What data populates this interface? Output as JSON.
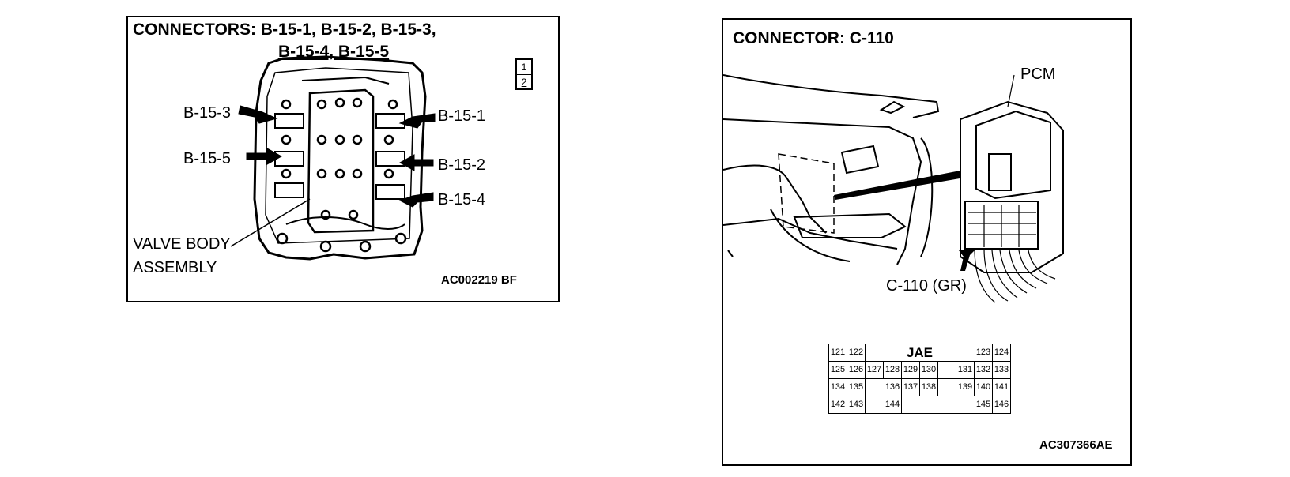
{
  "left": {
    "title_line1": "CONNECTORS: B-15-1, B-15-2, B-15-3,",
    "title_line2": "B-15-4, B-15-5",
    "page_icon": [
      "1",
      "2"
    ],
    "labels": {
      "b153": "B-15-3",
      "b155": "B-15-5",
      "b151": "B-15-1",
      "b152": "B-15-2",
      "b154": "B-15-4",
      "valve_line1": "VALVE BODY",
      "valve_line2": "ASSEMBLY"
    },
    "figure_code": "AC002219 BF"
  },
  "right": {
    "title": "CONNECTOR: C-110",
    "pcm_label": "PCM",
    "connector_label": "C-110 (GR)",
    "figure_code": "AC307366AE",
    "pin_table": {
      "maker": "JAE",
      "rows": [
        [
          "121",
          "122",
          "",
          "JAE",
          "",
          "",
          "",
          "",
          "123",
          "124"
        ],
        [
          "125",
          "126",
          "127",
          "128",
          "129",
          "130",
          "",
          "131",
          "132",
          "133"
        ],
        [
          "134",
          "135",
          "",
          "136",
          "137",
          "138",
          "",
          "139",
          "140",
          "141"
        ],
        [
          "142",
          "143",
          "",
          "144",
          "",
          "",
          "",
          "",
          "145",
          "146"
        ]
      ]
    }
  }
}
